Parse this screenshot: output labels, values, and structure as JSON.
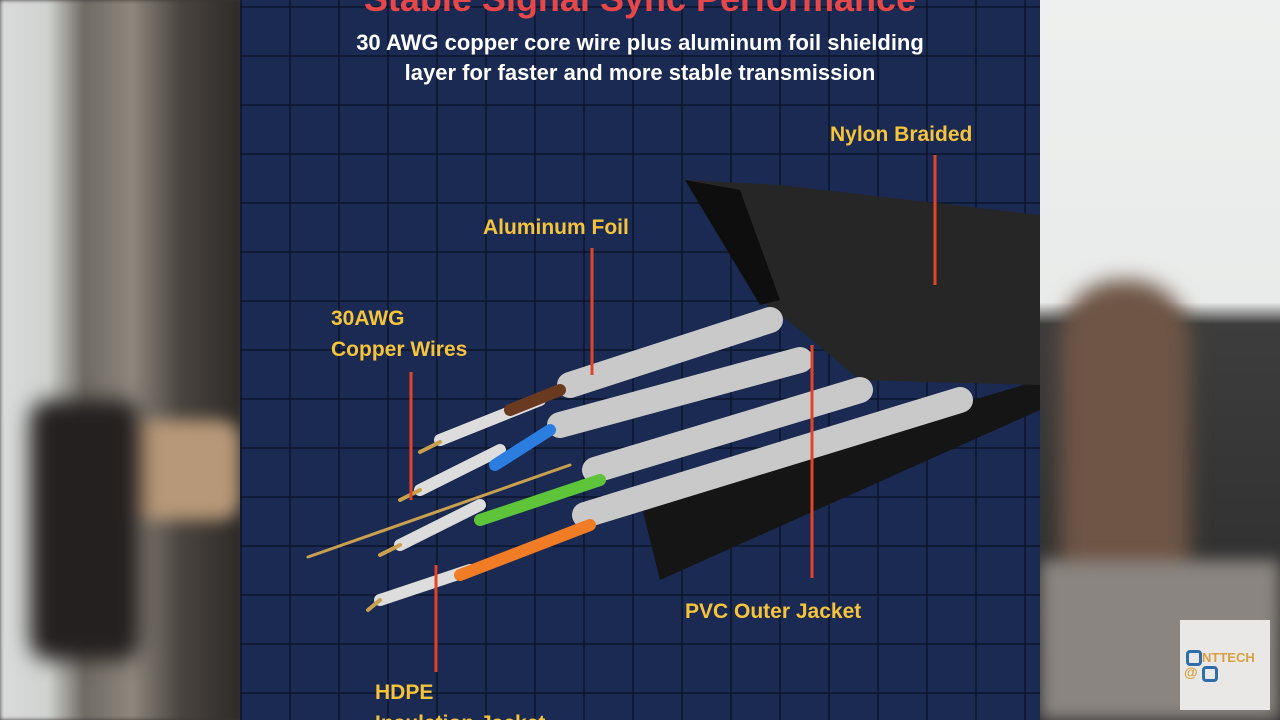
{
  "diagram": {
    "title": "Stable Signal Sync Performance",
    "subtitle_line1": "30 AWG copper core wire plus aluminum foil shielding",
    "subtitle_line2": "layer for faster and more stable transmission",
    "labels": {
      "nylon": "Nylon Braided",
      "foil": "Aluminum Foil",
      "copper_line1": "30AWG",
      "copper_line2": "Copper Wires",
      "pvc": "PVC Outer Jacket",
      "hdpe_line1": "HDPE",
      "hdpe_line2": "Insulation Jacket"
    }
  },
  "watermark": {
    "text": "NTTECH"
  },
  "colors": {
    "accent_label": "#f6c43a",
    "title": "#e8474a",
    "leader": "#e0452a",
    "panel": "#1b2a52"
  }
}
